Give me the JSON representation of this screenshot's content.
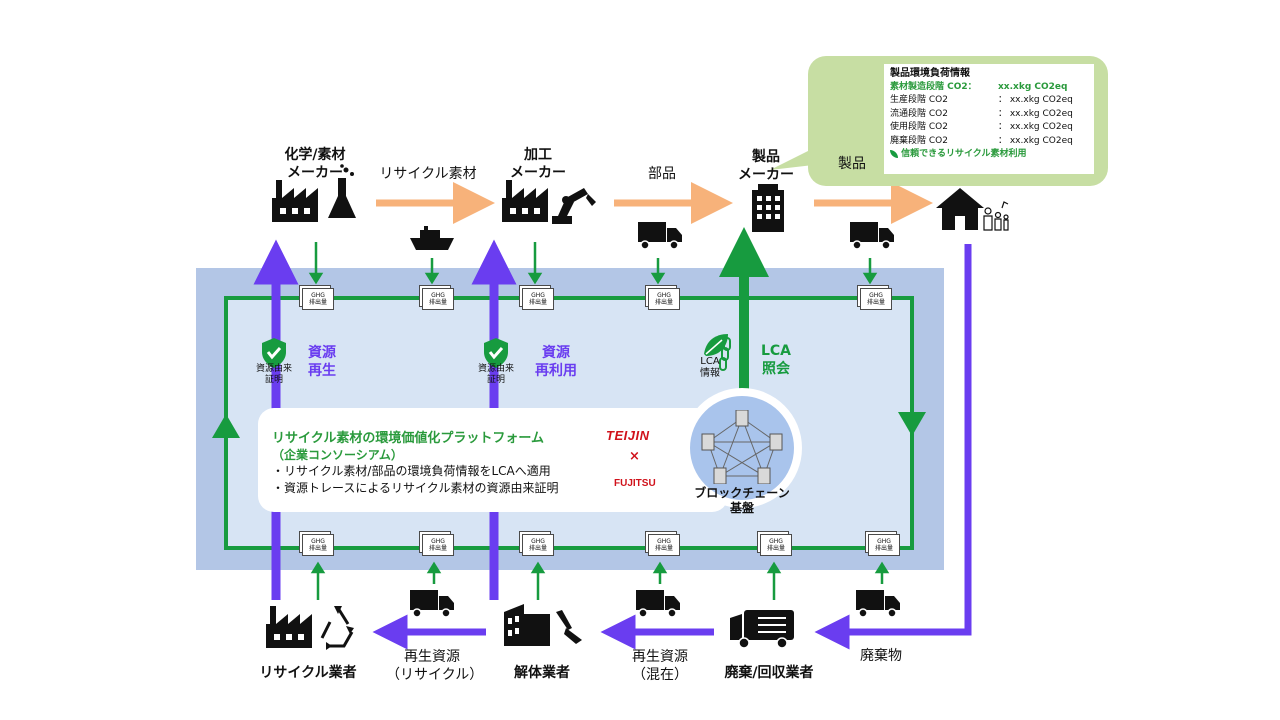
{
  "actors": {
    "chem": "化学/素材\nメーカー",
    "processor": "加工\nメーカー",
    "product_maker": "製品\nメーカー",
    "recycler": "リサイクル業者",
    "dismantler": "解体業者",
    "waste_collector": "廃棄/回収業者"
  },
  "flows": {
    "recycled_material": "リサイクル素材",
    "parts": "部品",
    "waste": "廃棄物",
    "recycled_resource_recycle": "再生資源\n（リサイクル）",
    "recycled_resource_mixed": "再生資源\n（混在）"
  },
  "ghg_label": "GHG\n排出量",
  "cert_label": "資源由来\n証明",
  "resource_regen": "資源\n再生",
  "resource_reuse": "資源\n再利用",
  "lca_info": "LCA\n情報",
  "lca_query": "LCA\n照会",
  "product_bubble": {
    "product_label": "製品",
    "info_title": "製品環境負荷情報",
    "rows": [
      {
        "label": "素材製造段階 CO2：",
        "value": "xx.xkg CO2eq",
        "highlight": true
      },
      {
        "label": "生産段階 CO2",
        "value": "： xx.xkg CO2eq",
        "highlight": false
      },
      {
        "label": "流通段階 CO2",
        "value": "： xx.xkg CO2eq",
        "highlight": false
      },
      {
        "label": "使用段階 CO2",
        "value": "： xx.xkg CO2eq",
        "highlight": false
      },
      {
        "label": "廃棄段階 CO2",
        "value": "： xx.xkg CO2eq",
        "highlight": false
      }
    ],
    "trusted_note": "信頼できるリサイクル素材利用"
  },
  "platform": {
    "title": "リサイクル素材の環境価値化プラットフォーム",
    "subtitle": "（企業コンソーシアム）",
    "bullets": [
      "・リサイクル素材/部品の環境負荷情報をLCAへ適用",
      "・資源トレースによるリサイクル素材の資源由来証明"
    ],
    "partner1": "TEIJIN",
    "cross": "×",
    "partner2": "FUJITSU",
    "blockchain": "ブロックチェーン\n基盤"
  },
  "colors": {
    "green": "#179b3f",
    "orange": "#f7b27a",
    "purple": "#6a3df0",
    "band": "#b3c6e6",
    "band_inner": "#d7e4f4",
    "bubble": "#c7dea3"
  }
}
